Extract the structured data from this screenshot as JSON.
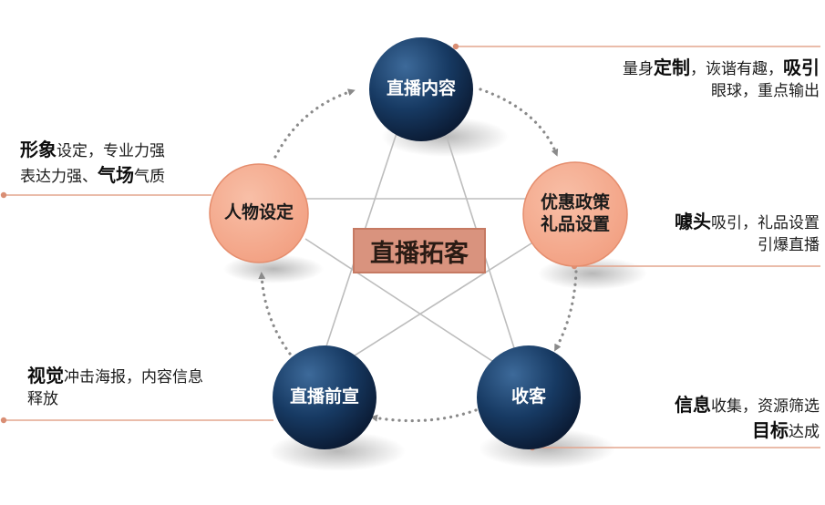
{
  "center": {
    "label": "直播拓客"
  },
  "nodes": {
    "content": {
      "label": "直播内容"
    },
    "promo": {
      "line1": "优惠政策",
      "line2": "礼品设置"
    },
    "collect": {
      "label": "收客"
    },
    "preheat": {
      "label": "直播前宣"
    },
    "persona": {
      "label": "人物设定"
    }
  },
  "descriptions": {
    "content": {
      "l1_a": "量身",
      "l1_b": "定制",
      "l1_c": "，诙谐有趣，",
      "l1_d": "吸引",
      "l2": "眼球，重点输出"
    },
    "promo": {
      "l1_a": "噱头",
      "l1_b": "吸引，礼品设置",
      "l2": "引爆直播"
    },
    "collect": {
      "l1_a": "信息",
      "l1_b": "收集，资源筛选",
      "l2_a": "目标",
      "l2_b": "达成"
    },
    "preheat": {
      "l1_a": "视觉",
      "l1_b": "冲击海报，内容信息",
      "l2": "释放"
    },
    "persona": {
      "l1_a": "形象",
      "l1_b": "设定，专业力强",
      "l2_a": "表达力强、",
      "l2_b": "气场",
      "l2_c": "气质"
    }
  },
  "colors": {
    "dark_node_light": "#3d6a9a",
    "dark_node_dark": "#0b1b34",
    "light_node_fill": "#f4a98d",
    "light_node_stroke": "#e58d6d",
    "center_fill": "#d9937e",
    "accent_line": "#e3a58e",
    "star_line": "#bdbdbd",
    "dotted_arrow": "#8a8a8a"
  }
}
